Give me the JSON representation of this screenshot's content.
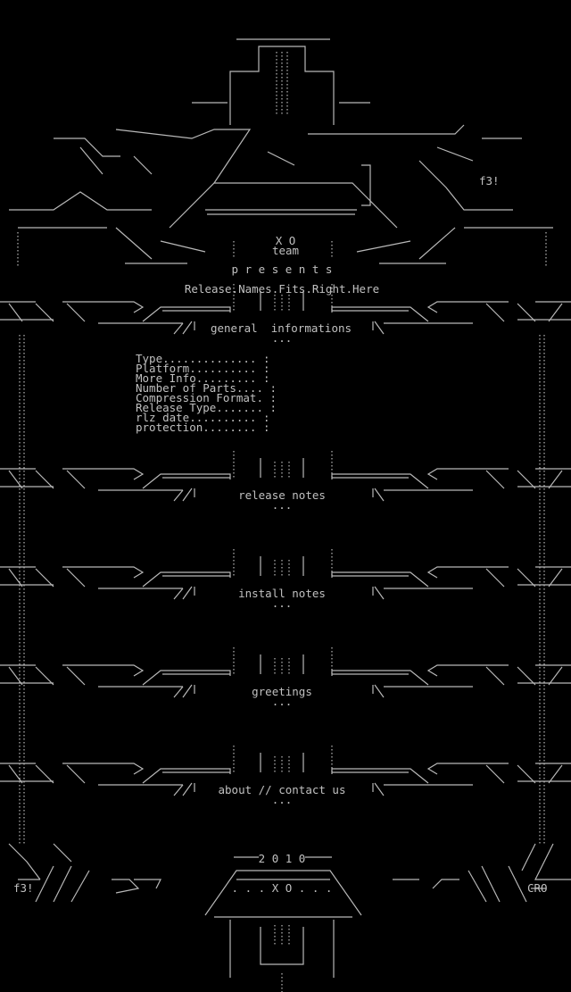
{
  "header": {
    "group_top": "X O",
    "group_bottom": "team",
    "presents": "p r e s e n t s",
    "release_name": "Release.Names.Fits.Right.Here",
    "artist_tag_top": "f3!"
  },
  "sections": [
    {
      "title": "general  informations",
      "ellipsis": "..."
    },
    {
      "title": "release notes",
      "ellipsis": "..."
    },
    {
      "title": "install notes",
      "ellipsis": "..."
    },
    {
      "title": "greetings",
      "ellipsis": "..."
    },
    {
      "title": "about // contact us",
      "ellipsis": "..."
    }
  ],
  "info": {
    "fields": [
      "Type.............. :",
      "Platform.......... :",
      "More Info......... :",
      "Number of Parts.... :",
      "Compression Format. :",
      "Release Type....... :",
      "rlz date.......... :",
      "protection........ :"
    ]
  },
  "footer": {
    "year": "2 0 1 0",
    "group": ". . . X O . . .",
    "artist_tag_left": "f3!",
    "artist_tag_right": "CRO"
  },
  "colors": {
    "background": "#000000",
    "text": "#c0c0c0"
  }
}
